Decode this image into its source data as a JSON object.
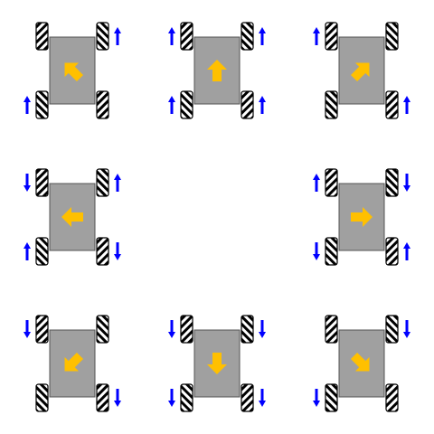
{
  "colors": {
    "background": "#ffffff",
    "body_fill": "#a0a0a0",
    "body_stroke": "#555555",
    "wheel_stripe_dark": "#000000",
    "wheel_stripe_light": "#ffffff",
    "wheel_stroke": "#000000",
    "direction_arrow": "#ffc000",
    "wheel_arrow": "#0000ff"
  },
  "grid": {
    "rows": 3,
    "cols": 3
  },
  "robots": [
    {
      "name": "forward-left",
      "row": 0,
      "col": 0,
      "move": "up-left",
      "wheels": {
        "fl": "none",
        "fr": "up",
        "rl": "up",
        "rr": "none"
      }
    },
    {
      "name": "forward",
      "row": 0,
      "col": 1,
      "move": "up",
      "wheels": {
        "fl": "up",
        "fr": "up",
        "rl": "up",
        "rr": "up"
      }
    },
    {
      "name": "forward-right",
      "row": 0,
      "col": 2,
      "move": "up-right",
      "wheels": {
        "fl": "up",
        "fr": "none",
        "rl": "none",
        "rr": "up"
      }
    },
    {
      "name": "left",
      "row": 1,
      "col": 0,
      "move": "left",
      "wheels": {
        "fl": "down",
        "fr": "up",
        "rl": "up",
        "rr": "down"
      }
    },
    {
      "name": "right",
      "row": 1,
      "col": 2,
      "move": "right",
      "wheels": {
        "fl": "up",
        "fr": "down",
        "rl": "down",
        "rr": "up"
      }
    },
    {
      "name": "backward-left",
      "row": 2,
      "col": 0,
      "move": "down-left",
      "wheels": {
        "fl": "down",
        "fr": "none",
        "rl": "none",
        "rr": "down"
      }
    },
    {
      "name": "backward",
      "row": 2,
      "col": 1,
      "move": "down",
      "wheels": {
        "fl": "down",
        "fr": "down",
        "rl": "down",
        "rr": "down"
      }
    },
    {
      "name": "backward-right",
      "row": 2,
      "col": 2,
      "move": "down-right",
      "wheels": {
        "fl": "none",
        "fr": "down",
        "rl": "down",
        "rr": "none"
      }
    }
  ]
}
